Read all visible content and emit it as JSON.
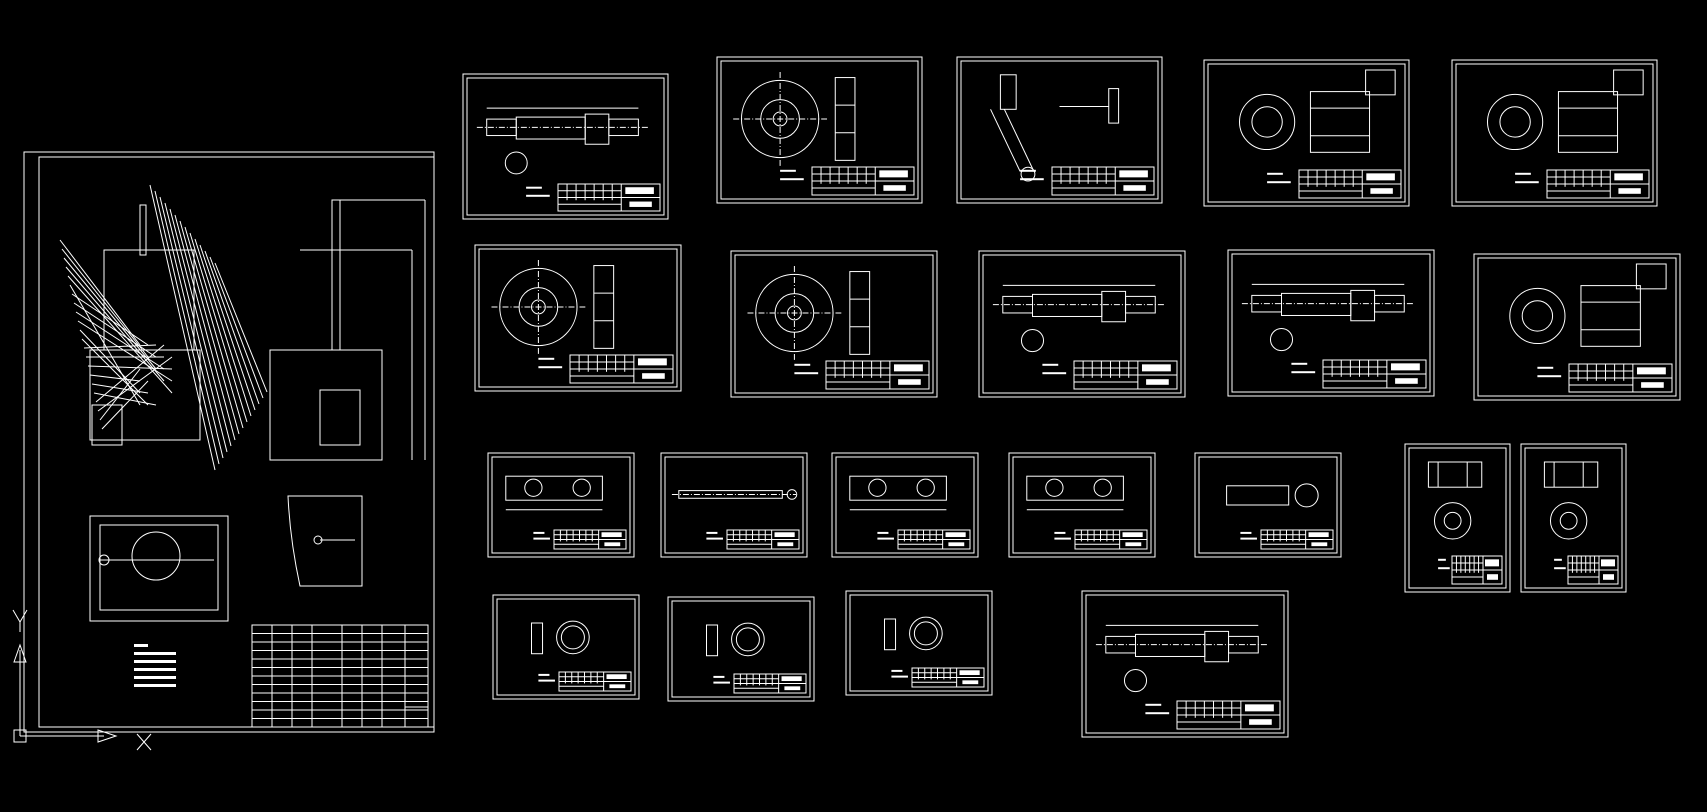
{
  "viewport": {
    "background": "#000000",
    "line_color": "#ffffff"
  },
  "ucs": {
    "x_label": "X",
    "y_label": "Y",
    "icon": "ucs-axis-icon"
  },
  "assembly": {
    "name": "assembly-drawing",
    "legend_lines": 5
  },
  "sheets": [
    {
      "id": "shaft-1",
      "kind": "shaft"
    },
    {
      "id": "disc-1",
      "kind": "disc"
    },
    {
      "id": "lever-1",
      "kind": "lever"
    },
    {
      "id": "bushing-1",
      "kind": "bushing"
    },
    {
      "id": "bushing-2",
      "kind": "bushing"
    },
    {
      "id": "gear-1",
      "kind": "gear"
    },
    {
      "id": "disc-2",
      "kind": "disc"
    },
    {
      "id": "shaft-2",
      "kind": "shaft"
    },
    {
      "id": "shaft-3",
      "kind": "shaft"
    },
    {
      "id": "bushing-3",
      "kind": "bushing"
    },
    {
      "id": "link-1",
      "kind": "link"
    },
    {
      "id": "rod-1",
      "kind": "rod"
    },
    {
      "id": "link-2",
      "kind": "link"
    },
    {
      "id": "link-3",
      "kind": "link"
    },
    {
      "id": "pin-1",
      "kind": "pin"
    },
    {
      "id": "flange-1",
      "kind": "flange"
    },
    {
      "id": "flange-2",
      "kind": "flange"
    },
    {
      "id": "ring-1",
      "kind": "ring"
    },
    {
      "id": "ring-2",
      "kind": "ring"
    },
    {
      "id": "ring-3",
      "kind": "ring"
    },
    {
      "id": "shaft-4",
      "kind": "shaft"
    }
  ]
}
